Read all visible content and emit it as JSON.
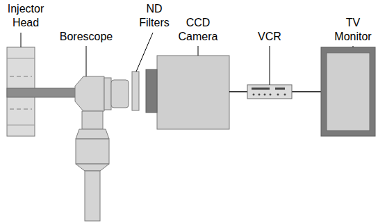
{
  "diagram": {
    "labels": [
      "Injector Head",
      "Borescope",
      "ND Filters",
      "CCD Camera",
      "VCR",
      "TV Monitor"
    ]
  }
}
